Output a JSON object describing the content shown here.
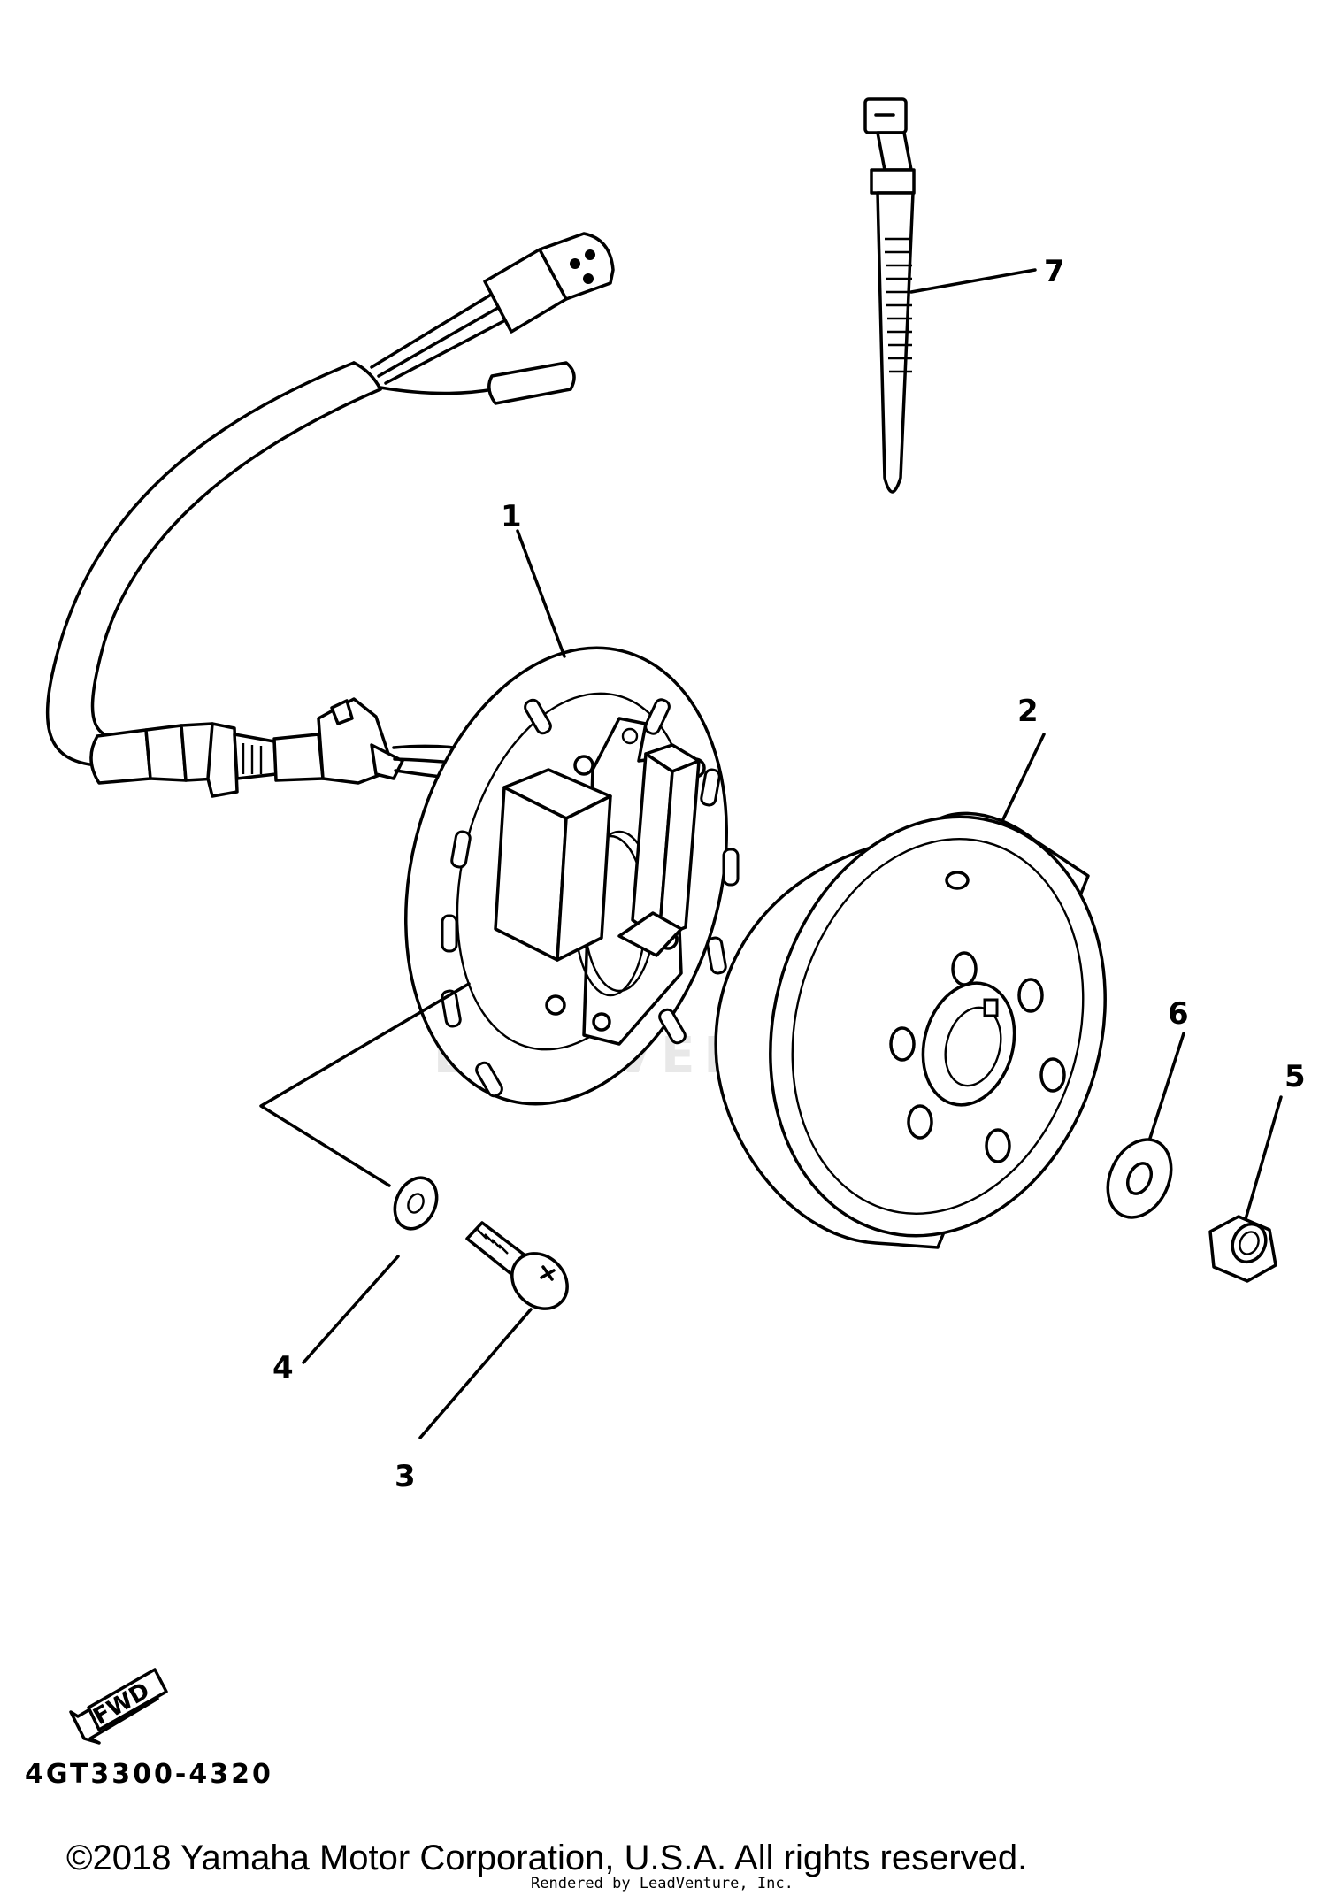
{
  "callouts": {
    "p1": "1",
    "p2": "2",
    "p3": "3",
    "p4": "4",
    "p5": "5",
    "p6": "6",
    "p7": "7"
  },
  "watermark": "LEADVENTURE",
  "fwd_arrow_label": "FWD",
  "diagram_code": "4GT3300-4320",
  "copyright": "©2018 Yamaha Motor Corporation, U.S.A. All rights reserved.",
  "rendered_by": "Rendered by LeadVenture, Inc."
}
